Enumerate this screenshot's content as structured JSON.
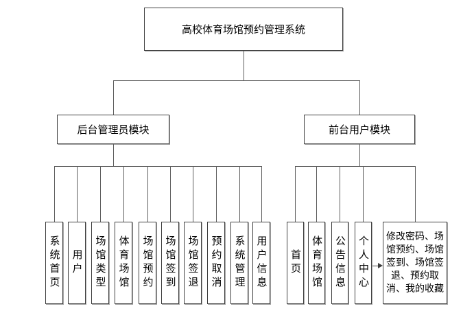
{
  "diagram": {
    "title": "高校体育场馆预约管理系统",
    "modules": [
      {
        "label": "后台管理员模块",
        "children": [
          "系统首页",
          "用户",
          "场馆类型",
          "体育场馆",
          "场馆预约",
          "场馆签到",
          "场馆签退",
          "预约取消",
          "系统管理",
          "用户信息"
        ]
      },
      {
        "label": "前台用户模块",
        "children": [
          "首页",
          "体育场馆",
          "公告信息",
          "个人中心"
        ],
        "personal_center_detail": "修改密码、场馆预约、场馆签到、场馆签退、预约取消、我的收藏"
      }
    ],
    "colors": {
      "background": "#ffffff",
      "box_border": "#3f3f3f",
      "connector_line": "#5c5c5c",
      "text": "#000000"
    }
  }
}
